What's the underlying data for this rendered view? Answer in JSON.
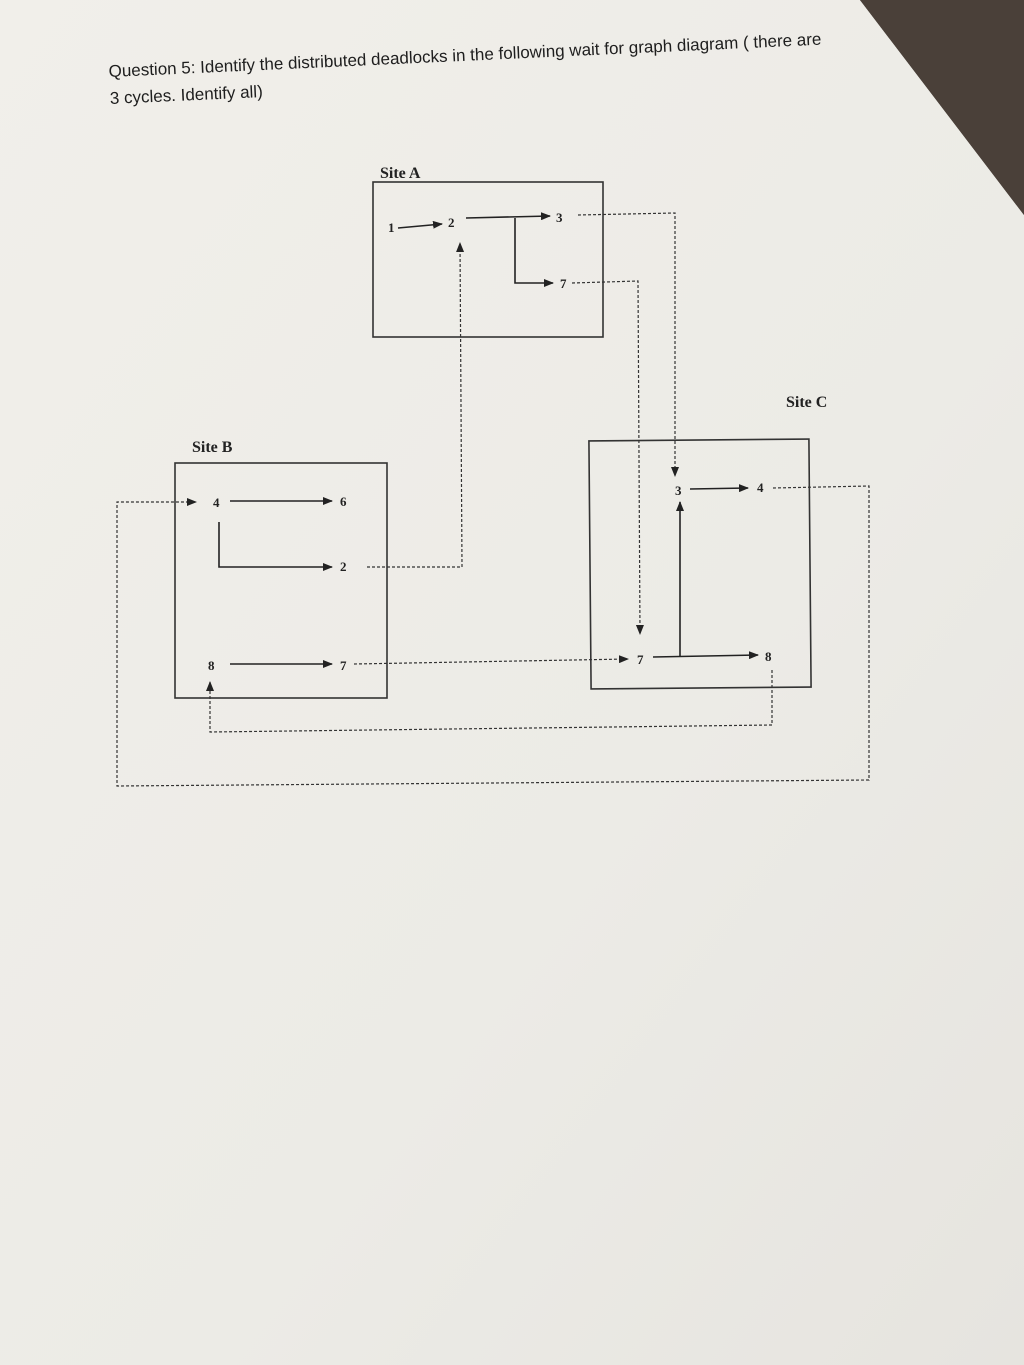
{
  "question": {
    "line1": "Question 5: Identify the distributed deadlocks in the following wait for graph diagram ( there are",
    "line2": "3 cycles. Identify all)"
  },
  "sites": {
    "a": {
      "label": "Site A",
      "nodes": {
        "n1": "1",
        "n2": "2",
        "n3": "3",
        "n7": "7"
      }
    },
    "b": {
      "label": "Site B",
      "nodes": {
        "n4": "4",
        "n6": "6",
        "n2": "2",
        "n8": "8",
        "n7": "7"
      }
    },
    "c": {
      "label": "Site C",
      "nodes": {
        "n3": "3",
        "n4": "4",
        "n7": "7",
        "n8": "8"
      }
    }
  },
  "colors": {
    "paper": "#efede9",
    "ink": "#222222",
    "background": "#3a322c"
  }
}
